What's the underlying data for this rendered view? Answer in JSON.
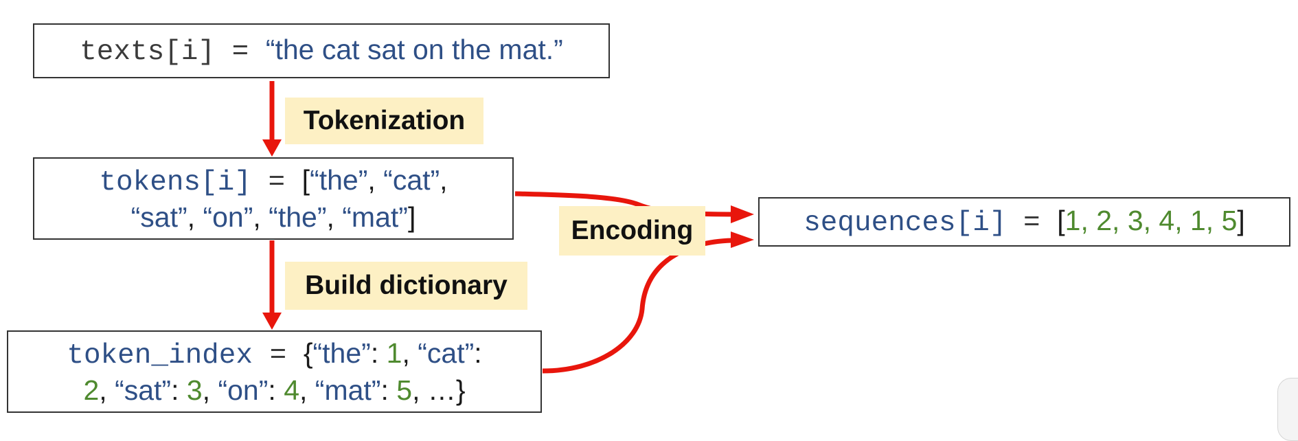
{
  "texts_box": {
    "code": "texts[i]",
    "eq": " = ",
    "value": "“the cat sat on the mat.”"
  },
  "tokens_box": {
    "code": "tokens[i]",
    "eq": " = ",
    "open": "[",
    "t1": "“the”",
    "c1": ", ",
    "t2": "“cat”",
    "c2": ",",
    "t3": "“sat”",
    "c3": ", ",
    "t4": "“on”",
    "c4": ",  ",
    "t5": "“the”",
    "c5": ", ",
    "t6": "“mat”",
    "close": "]"
  },
  "token_index_box": {
    "code": "token_index",
    "eq": " = ",
    "open": "{",
    "k1": "“the”",
    "s1": ": ",
    "v1": "1",
    "c1": ", ",
    "k2": "“cat”",
    "s2": ":",
    "v2": "2",
    "c2": ", ",
    "k3": "“sat”",
    "s3": ": ",
    "v3": "3",
    "c3": ", ",
    "k4": "“on”",
    "s4": ": ",
    "v4": "4",
    "c4": ", ",
    "k5": "“mat”",
    "s5": ": ",
    "v5": "5",
    "tail": ", …}"
  },
  "sequences_box": {
    "code": "sequences[i]",
    "eq": " = ",
    "open": "[",
    "values": "1, 2, 3, 4, 1, 5",
    "close": "]"
  },
  "labels": {
    "tokenization": "Tokenization",
    "build_dictionary": "Build dictionary",
    "encoding": "Encoding"
  },
  "colors": {
    "arrow": "#e8160c",
    "code_blue": "#2e4f86",
    "number_green": "#4f8a2f",
    "label_bg": "#fdf0c4"
  }
}
